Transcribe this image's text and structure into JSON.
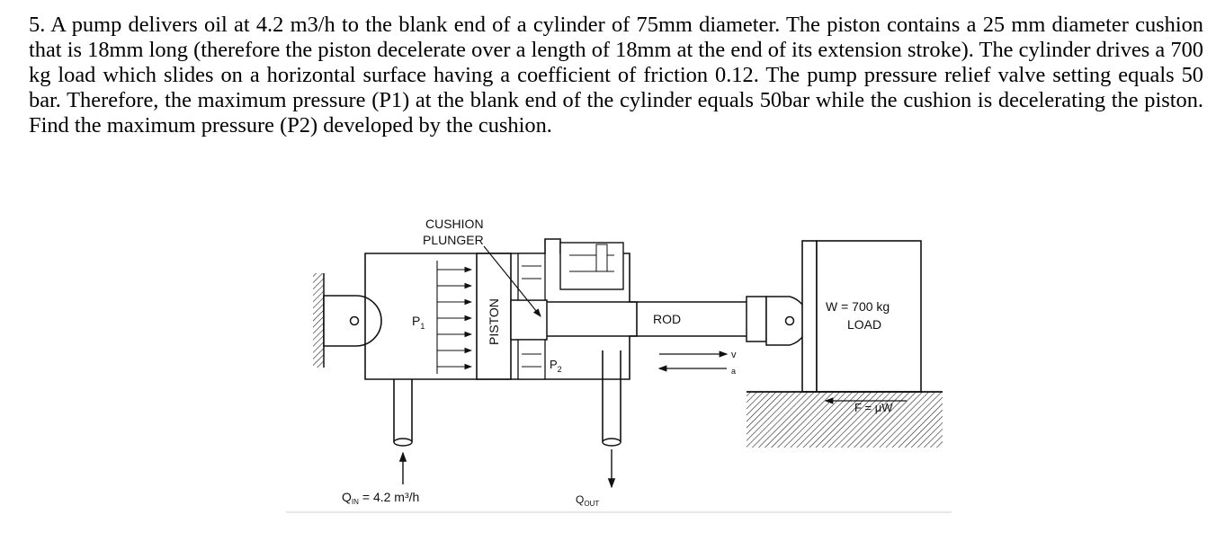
{
  "problem": {
    "text": "5. A pump delivers oil at 4.2 m3/h to the blank end of a cylinder of 75mm diameter. The piston contains a 25 mm diameter cushion that is 18mm long (therefore the piston decelerate over a length of 18mm at the end of its extension stroke). The cylinder drives a 700 kg load which slides on a horizontal surface having a coefficient of friction 0.12. The pump pressure relief valve setting  equals 50 bar. Therefore, the maximum pressure (P1) at the blank end of the cylinder equals 50bar while the cushion is decelerating the piston. Find the maximum pressure (P2) developed by the cushion."
  },
  "diagram": {
    "cushion_label_line1": "CUSHION",
    "cushion_label_line2": "PLUNGER",
    "p1_label": "P",
    "p1_sub": "1",
    "piston_label": "PISTON",
    "p2_label": "P",
    "p2_sub": "2",
    "rod_label": "ROD",
    "v_label": "v",
    "a_label": "a",
    "load_weight_label": "W = 700 kg",
    "load_label": "LOAD",
    "friction_label": "F = μW",
    "qin_q": "Q",
    "qin_sub": "IN",
    "qin_value": "= 4.2 m³/h",
    "qout_q": "Q",
    "qout_sub": "OUT"
  }
}
